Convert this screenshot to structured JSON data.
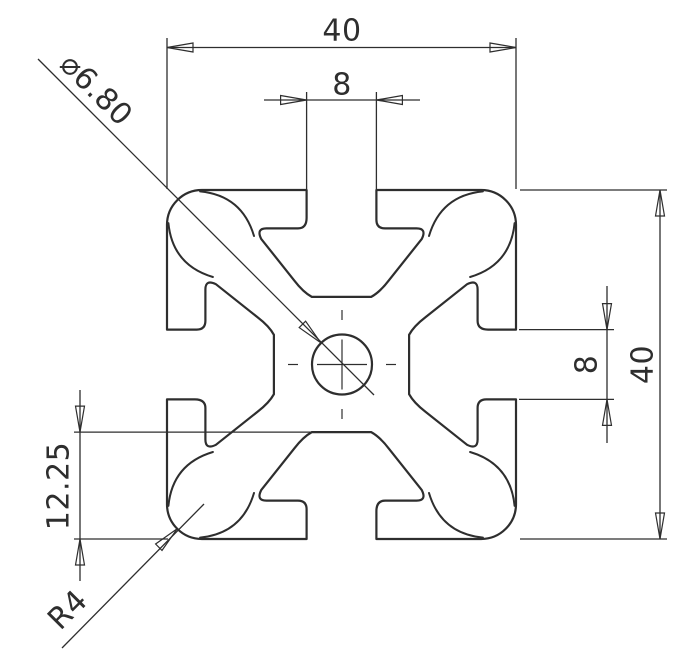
{
  "page": {
    "background_color": "#ffffff",
    "line_color": "#2e2e2e"
  },
  "drawing": {
    "kind": "extrusion-profile-cross-section-drawing",
    "dimensions": {
      "overall_width": "40",
      "top_slot_width": "8",
      "center_hole_diameter": "⌀6.80",
      "right_slot_width": "8",
      "overall_height": "40",
      "slot_depth": "12.25",
      "corner_radius": "R4"
    }
  }
}
